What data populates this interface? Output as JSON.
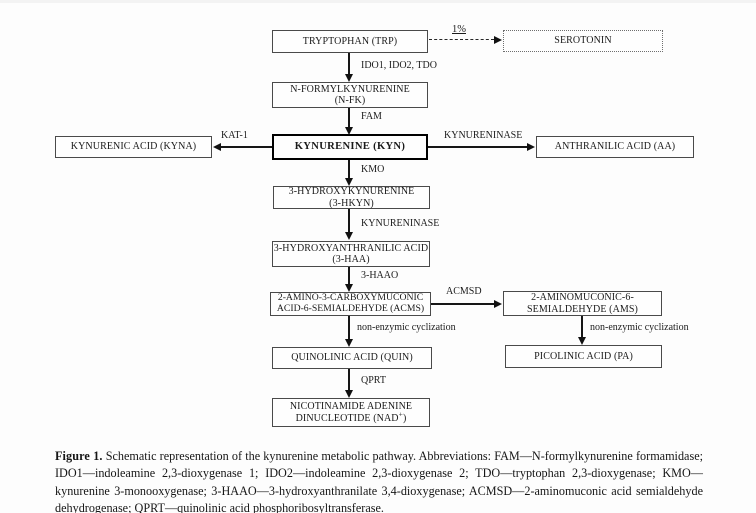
{
  "colors": {
    "ink": "#1a1a1a",
    "box_border": "#4a4a4a",
    "kyn_border": "#000000",
    "background": "#fdfdfd"
  },
  "nodes": {
    "trp": {
      "label": "TRYPTOPHAN (TRP)"
    },
    "serotonin": {
      "label": "SEROTONIN"
    },
    "nfk": {
      "line1": "N-FORMYLKYNURENINE",
      "line2": "(N-FK)"
    },
    "kyna": {
      "label": "KYNURENIC ACID (KYNA)"
    },
    "kyn": {
      "label": "KYNURENINE (KYN)"
    },
    "aa": {
      "label": "ANTHRANILIC ACID (AA)"
    },
    "hkyn": {
      "line1": "3-HYDROXYKYNURENINE",
      "line2": "(3-HKYN)"
    },
    "haa": {
      "line1": "3-HYDROXYANTHRANILIC ACID",
      "line2": "(3-HAA)"
    },
    "acms": {
      "line1": "2-AMINO-3-CARBOXYMUCONIC",
      "line2": "ACID-6-SEMIALDEHYDE (ACMS)"
    },
    "ams": {
      "line1": "2-AMINOMUCONIC-6-",
      "line2": "SEMIALDEHYDE (AMS)"
    },
    "quin": {
      "label": "QUINOLINIC ACID (QUIN)"
    },
    "pa": {
      "label": "PICOLINIC ACID (PA)"
    },
    "nad": {
      "line1": "NICOTINAMIDE ADENINE",
      "line2_pre": "DINUCLEOTIDE (NAD",
      "line2_sup": "+",
      "line2_post": ")"
    }
  },
  "edges": {
    "trp_serotonin": "1%",
    "trp_nfk": "IDO1, IDO2, TDO",
    "nfk_kyn": "FAM",
    "kyn_kyna": "KAT-1",
    "kyn_aa": "KYNURENINASE",
    "kyn_hkyn": "KMO",
    "hkyn_haa": "KYNURENINASE",
    "haa_acms": "3-HAAO",
    "acms_ams": "ACMSD",
    "acms_quin": "non-enzymic cyclization",
    "ams_pa": "non-enzymic cyclization",
    "quin_nad": "QPRT"
  },
  "caption": {
    "prefix": "Figure 1.",
    "text": " Schematic representation of the kynurenine metabolic pathway. Abbreviations: FAM—N-formylkynurenine formamidase; IDO1—indoleamine 2,3-dioxygenase 1; IDO2—indoleamine 2,3-dioxygenase 2; TDO—tryptophan 2,3-dioxygenase; KMO—kynurenine 3-monooxygenase; 3-HAAO—3-hydroxyanthranilate 3,4-dioxygenase; ACMSD—2-aminomuconic acid semialdehyde dehydrogenase; QPRT—quinolinic acid phosphoribosyltransferase."
  }
}
